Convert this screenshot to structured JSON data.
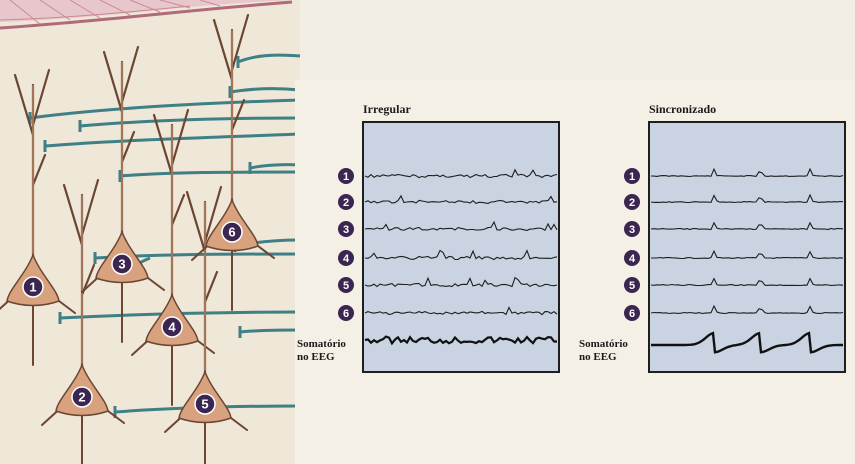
{
  "panels": {
    "left": {
      "title": "Irregular",
      "summary_label_line1": "Somatório",
      "summary_label_line2": "no EEG"
    },
    "right": {
      "title": "Sincronizado",
      "summary_label_line1": "Somatório",
      "summary_label_line2": "no EEG"
    }
  },
  "trace_numbers": [
    "1",
    "2",
    "3",
    "4",
    "5",
    "6"
  ],
  "neuron_numbers": [
    "1",
    "2",
    "3",
    "4",
    "5",
    "6"
  ],
  "colors": {
    "panel_bg": "#c9d3e2",
    "neuron_fill": "#d9a27e",
    "neuron_stroke": "#6b4632",
    "axon": "#3f7f86",
    "badge": "#3a2650",
    "membrane": "#b06a7a"
  },
  "icons": {
    "number_badge": "dark-purple-circle",
    "neuron": "pyramidal-cell"
  }
}
